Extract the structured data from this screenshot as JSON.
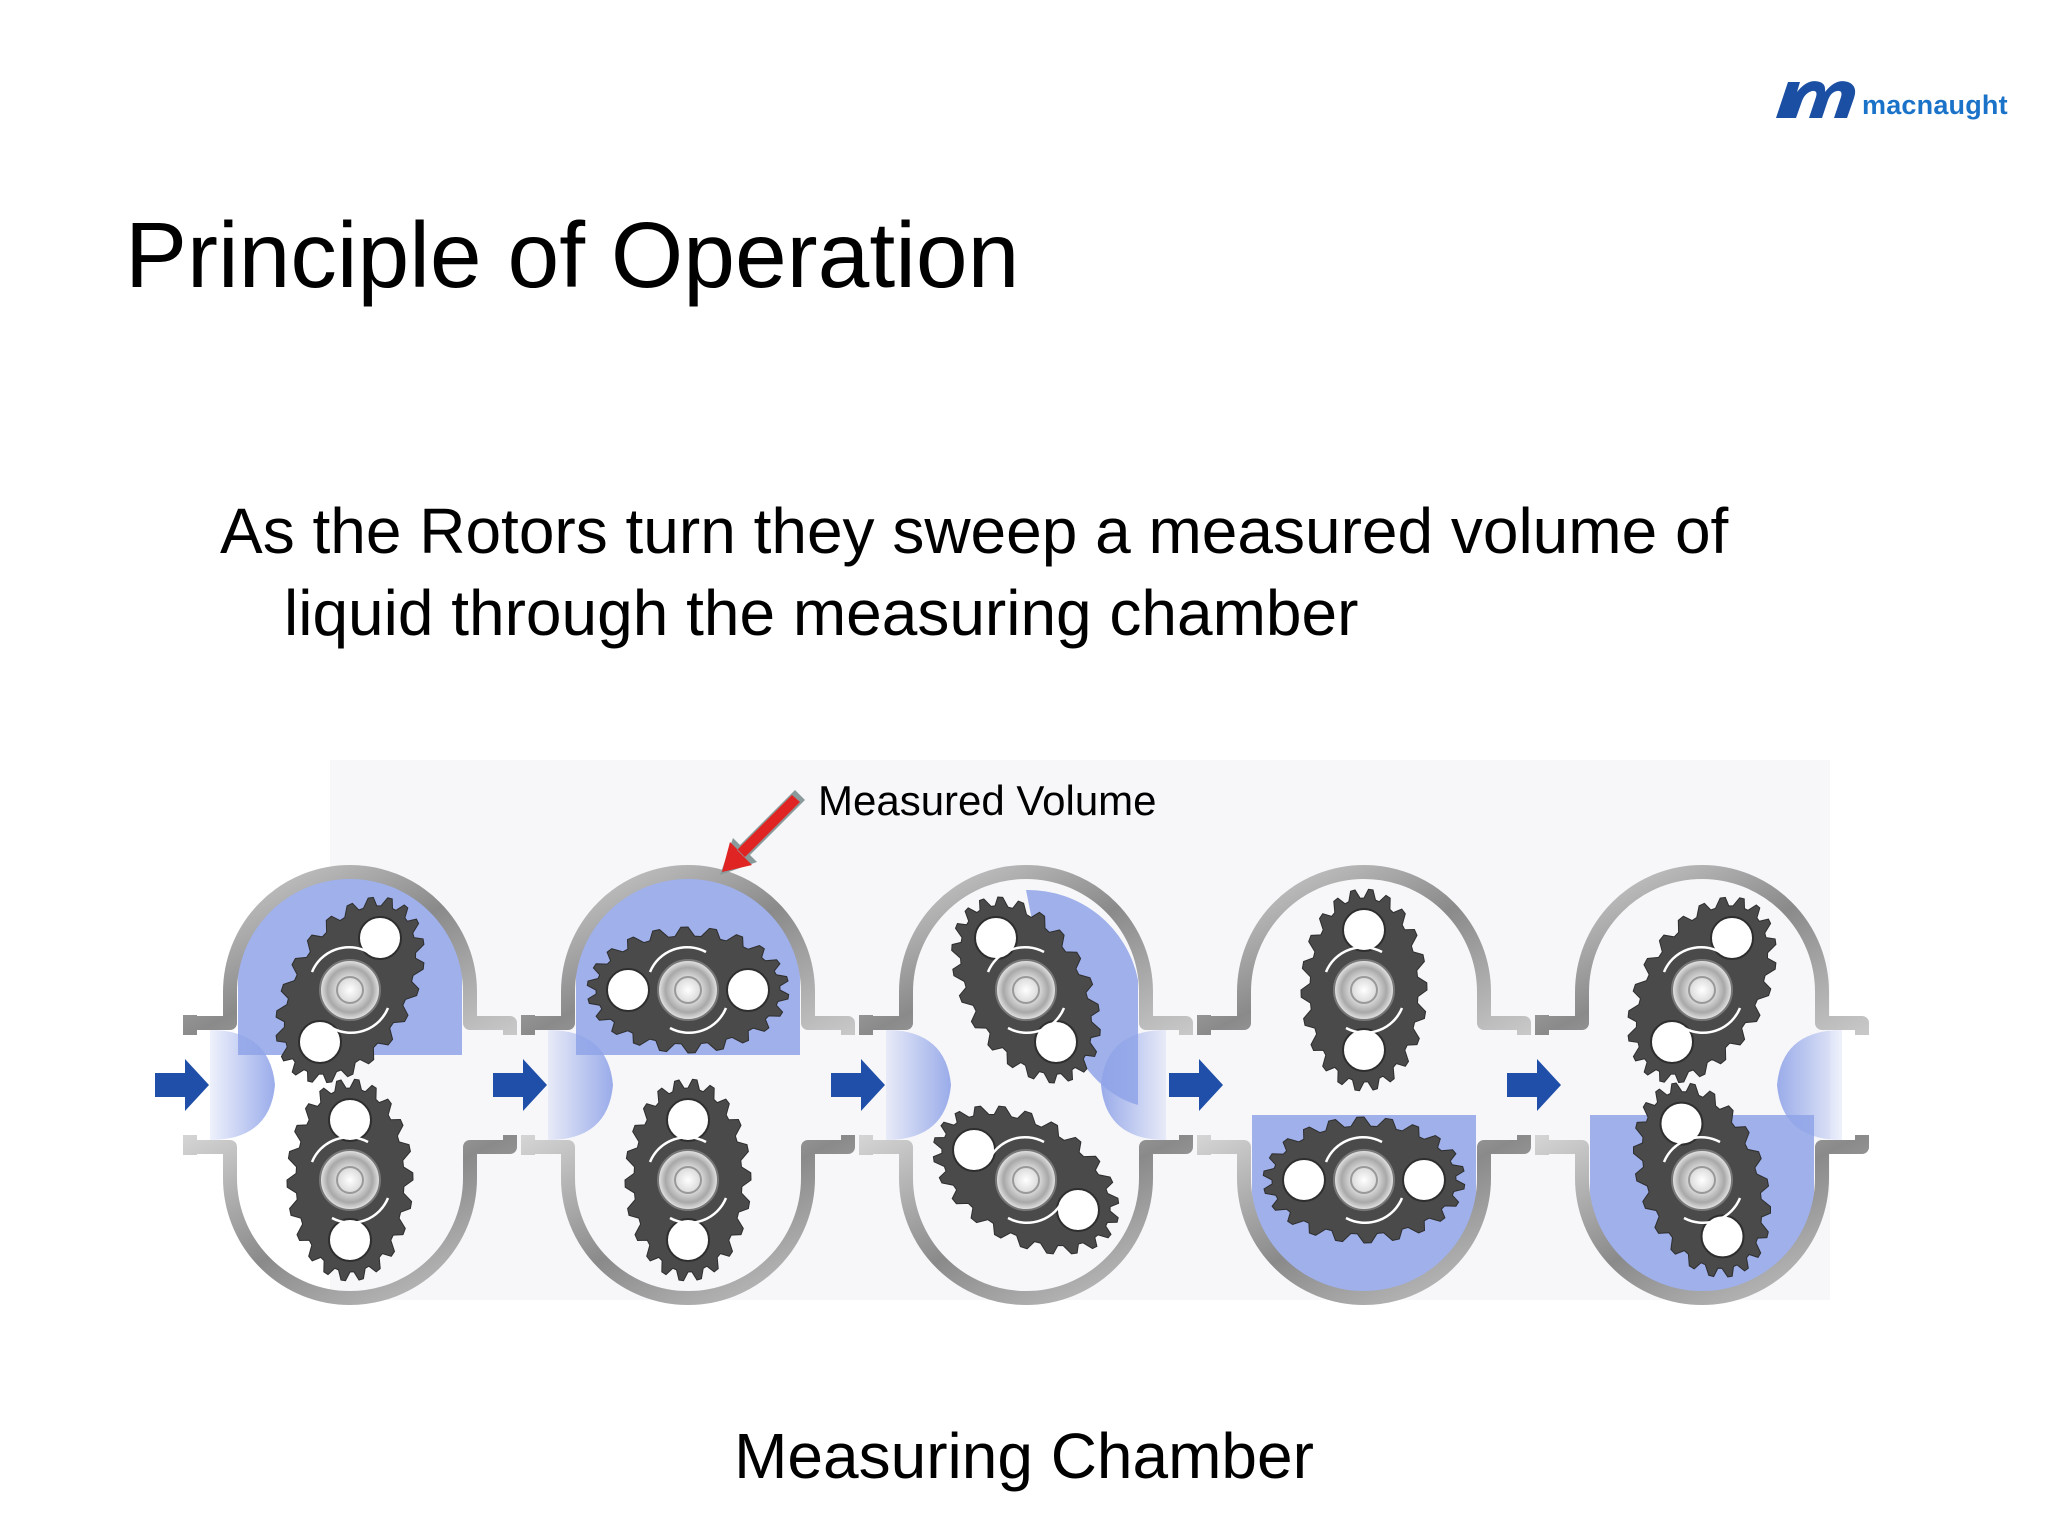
{
  "logo": {
    "brand": "macnaught"
  },
  "slide": {
    "title": "Principle of Operation",
    "body_line1": "As the Rotors turn they sweep a measured volume of",
    "body_line2": "liquid through the measuring chamber",
    "callout": "Measured Volume",
    "caption": "Measuring Chamber"
  },
  "diagram": {
    "stage_count": 5,
    "colors": {
      "fluid": "#8fa3e8",
      "gear": "#4a4a4a",
      "housing": "#9a9a9a",
      "inlet_arrow": "#1f4fa8",
      "callout_arrow": "#e02424"
    }
  }
}
